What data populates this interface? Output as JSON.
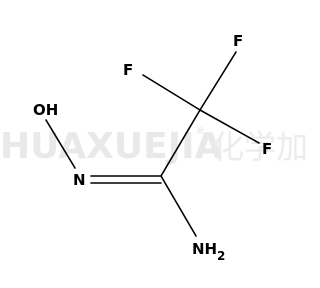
{
  "watermark": {
    "text": "HUAXUEJIA",
    "registered": "®",
    "cn": "化学加"
  },
  "atoms": {
    "F_top": "F",
    "F_left": "F",
    "F_right": "F",
    "OH": "OH",
    "N": "N",
    "NH": "NH",
    "NH_sub": "2"
  }
}
